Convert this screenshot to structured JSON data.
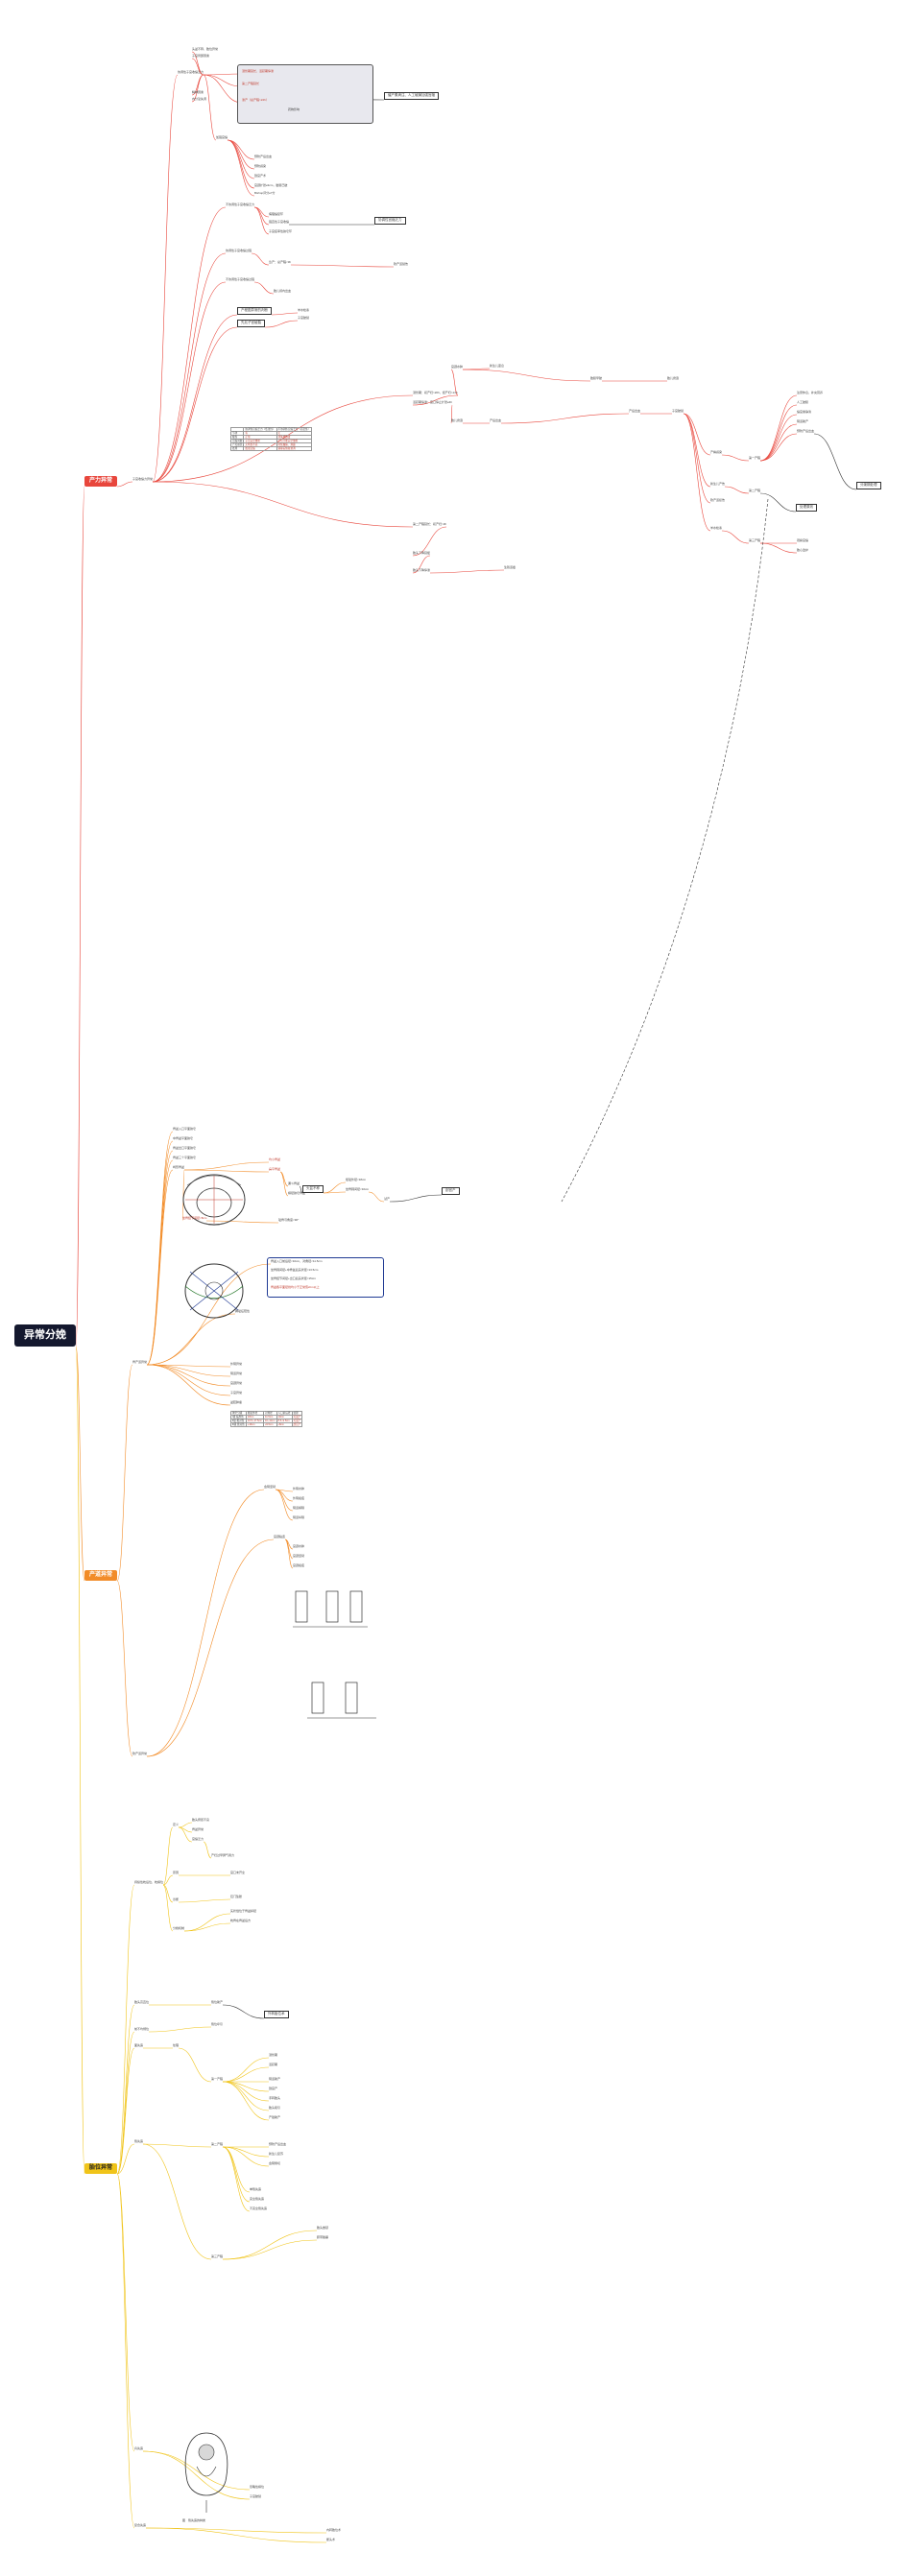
{
  "root": "异常分娩",
  "sections": {
    "s1": {
      "label": "产力异常",
      "color": "#e8463c"
    },
    "s2": {
      "label": "产道异常",
      "color": "#f28c28"
    },
    "s3": {
      "label": "胎位异常",
      "color": "#f0c419"
    }
  },
  "s1_nodes": {
    "n_main": "子宫收缩力异常",
    "n_a1": "协调性子宫收缩乏力",
    "n_a2": "不协调性子宫收缩乏力",
    "n_a3": "协调性子宫收缩过强",
    "n_a4": "不协调性子宫收缩过强",
    "n_cause1": "头盆不称、胎位异常",
    "n_cause2": "子宫局部因素",
    "n_cause3": "精神因素",
    "n_cause4": "内分泌失调",
    "n_cause5": "药物影响",
    "n_box1": "潜伏期延长、活跃期停滞",
    "n_box2": "第二产程延长",
    "n_box3": "滞产（总产程>24h）",
    "n_callout": "催产素滴注、人工破膜加强宫缩",
    "n_boxed_a": "协调性宫缩乏力",
    "n_treat1": "加强宫缩",
    "n_treat2": "预防产后出血",
    "n_treat3": "预防感染",
    "n_cs": "剖宫产术",
    "n_chart1": "宫颈扩张≥3cm，胎膜已破",
    "n_chart2": "Bishop评分≥7分",
    "n_ring1": "病理缩复环",
    "n_ring2": "强直性子宫收缩",
    "n_ring3": "子宫痉挛性狭窄环",
    "n_right_box": "产程图异常的判断",
    "n_right_box2": "先兆子宫破裂",
    "n_r1": "潜伏期：初产妇>20h，经产妇>14h",
    "n_r2": "活跃期停滞：宫口停止扩张≥4h",
    "n_r3": "第二产程延长：初产妇>3h",
    "n_r4": "胎头下降延缓",
    "n_r5": "胎头下降停滞",
    "n_r6": "宫颈水肿",
    "n_r7": "胎儿窘迫",
    "n_r8": "新生儿窒息",
    "n_r9": "产后出血",
    "n_r10": "生殖道瘘",
    "n_r11": "急产：总产程<3h",
    "n_r12": "软产道裂伤",
    "n_r13": "胎儿颅内出血",
    "n_r14": "羊水栓塞",
    "n_r15": "子宫破裂"
  },
  "s1_table": {
    "header": [
      "",
      "协调性宫缩乏力（低张性）",
      "不协调性宫缩乏力（高张性）"
    ],
    "rows": [
      [
        "节律",
        "有",
        "无"
      ],
      [
        "极性",
        "正常",
        "消失或倒置"
      ],
      [
        "宫缩间歇",
        "子宫完全放松",
        "子宫不能完全放松"
      ],
      [
        "产妇感觉",
        "无明显不适",
        "持续腹痛、烦躁"
      ],
      [
        "处理",
        "加强宫缩",
        "镇静后恢复协调"
      ]
    ]
  },
  "s1_right": {
    "t1": "胎膜早破",
    "t2": "胎儿窘迫",
    "t3": "产后出血",
    "t4": "子宫破裂",
    "t5": "产褥感染",
    "t6": "新生儿产伤",
    "t7": "软产道损伤",
    "t8": "羊水栓塞",
    "box_r": "分娩期处理",
    "box_r2": "处理原则",
    "c1": "第一产程",
    "c2": "第二产程",
    "c3": "第三产程",
    "c4": "注意休息，补充营养",
    "c5": "人工破膜",
    "c6": "缩宫素静滴",
    "c7": "阴道助产",
    "c8": "预防产后出血",
    "c9": "观察宫缩",
    "c10": "胎心监护"
  },
  "s2_nodes": {
    "n_main": "骨产道异常",
    "n_soft": "软产道异常",
    "n_p1": "骨盆入口平面狭窄",
    "n_p2": "中骨盆平面狭窄",
    "n_p3": "骨盆出口平面狭窄",
    "n_p4": "骨盆三个平面狭窄",
    "n_p5": "畸形骨盆",
    "n_label_a": "均小骨盆",
    "n_label_b": "扁平骨盆",
    "n_label_c": "漏斗骨盆",
    "n_label_d": "横径狭窄骨盆",
    "n_diag1": "骶耻外径<18cm",
    "n_diag2": "坐骨棘间径<10cm",
    "n_diag3": "坐骨结节间径<8cm",
    "n_diag4": "耻骨弓角度<90°",
    "n_boxA": "头盆不称",
    "n_boxB": "试产",
    "n_boxC": "剖宫产",
    "n_bigbox1": "骨盆入口前后径<10cm，对角径<11.5cm",
    "n_bigbox2": "坐骨棘间径+中骨盆后矢状径<13.5cm",
    "n_bigbox3": "坐骨结节间径+出口后矢状径<15cm",
    "n_bigbox4": "骨盆各平面径线均小于正常值2cm以上",
    "n_note": "跨耻征阳性",
    "n_v1": "外阴异常",
    "n_v2": "阴道异常",
    "n_v3": "宫颈异常",
    "n_v4": "子宫异常",
    "n_v5": "盆腔肿瘤",
    "n_q1": "会阴坚韧",
    "n_q2": "外阴水肿",
    "n_q3": "外阴瘢痕",
    "n_q4": "阴道横隔",
    "n_q5": "阴道纵隔",
    "n_q6": "宫颈粘连",
    "n_q7": "宫颈水肿",
    "n_q8": "宫颈坚韧",
    "n_q9": "宫颈瘢痕"
  },
  "s2_table": {
    "header": [
      "狭窄分级",
      "骶耻外径",
      "对角径",
      "入口前后径",
      "处理"
    ],
    "rows": [
      [
        "Ⅰ级 临界性",
        "18cm",
        "11.5cm",
        "10cm",
        "可试产"
      ],
      [
        "Ⅱ级 相对性",
        "16.5~17.5cm",
        "10~11cm",
        "8.5~9.5cm",
        "可试产"
      ],
      [
        "Ⅲ级 绝对性",
        "≤16cm",
        "≤9.5cm",
        "≤8cm",
        "剖宫产"
      ]
    ]
  },
  "s3_nodes": {
    "n_main1": "持续性枕后位、枕横位",
    "n_main2": "胎头高直位",
    "n_main3": "前不均倾位",
    "n_main4": "面先露",
    "n_main5": "臀先露",
    "n_main6": "肩先露",
    "n_main7": "复合先露",
    "n_d1": "定义",
    "n_d2": "原因",
    "n_d3": "诊断",
    "n_d4": "分娩机制",
    "n_d5": "处理",
    "n_e1": "胎头俯屈不良",
    "n_e2": "骨盆异常",
    "n_e3": "宫缩乏力",
    "n_e4": "产妇过早屏气用力",
    "n_e5": "宫口未开全",
    "n_e6": "肛门坠胀",
    "n_e7": "矢状缝位于骨盆斜径",
    "n_e8": "枕骨在骨盆后方",
    "n_f1": "第一产程",
    "n_f2": "第二产程",
    "n_f3": "第三产程",
    "n_f4": "潜伏期",
    "n_f5": "活跃期",
    "n_f6": "阴道助产",
    "n_f7": "剖宫产",
    "n_f8": "手转胎头",
    "n_f9": "胎头吸引",
    "n_f10": "产钳助产",
    "n_f11": "预防产后出血",
    "n_f12": "新生儿复苏",
    "n_f13": "会阴侧切",
    "n_g1": "单臀先露",
    "n_g2": "完全臀先露",
    "n_g3": "不完全臀先露",
    "n_g4": "胎头嵌顿",
    "n_g5": "脐带脱垂",
    "n_boxA": "臀位助产",
    "n_boxB": "臀位牵引",
    "n_boxC": "外转胎位术",
    "n_fig_cap": "图　臀先露的种类",
    "n_h1": "忽略性横位",
    "n_h2": "子宫破裂",
    "n_h3": "内转胎位术",
    "n_h4": "断头术"
  }
}
